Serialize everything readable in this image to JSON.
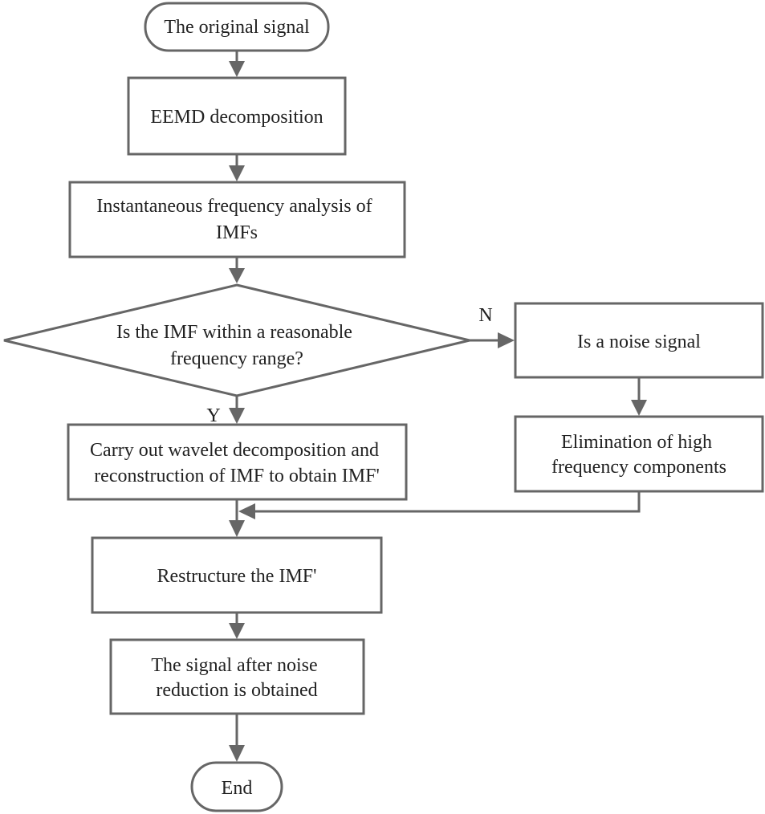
{
  "colors": {
    "line": "#666666",
    "text": "#222222",
    "fill": "#ffffff"
  },
  "nodes": {
    "start": {
      "type": "terminal",
      "lines": [
        "The original signal"
      ]
    },
    "eemd": {
      "type": "process",
      "lines": [
        "EEMD decomposition"
      ]
    },
    "freq_analysis": {
      "type": "process",
      "lines": [
        "Instantaneous frequency analysis of",
        "IMFs"
      ]
    },
    "decision": {
      "type": "decision",
      "lines": [
        "Is the IMF within a reasonable",
        "frequency range?"
      ]
    },
    "noise": {
      "type": "process",
      "lines": [
        "Is a noise signal"
      ]
    },
    "eliminate": {
      "type": "process",
      "lines": [
        "Elimination of high",
        "frequency components"
      ]
    },
    "wavelet": {
      "type": "process",
      "lines": [
        "Carry out wavelet decomposition and",
        "reconstruction of IMF to obtain IMF'"
      ]
    },
    "restructure": {
      "type": "process",
      "lines": [
        "Restructure the IMF'"
      ]
    },
    "result": {
      "type": "process",
      "lines": [
        "The signal after noise",
        "reduction is obtained"
      ]
    },
    "end": {
      "type": "terminal",
      "lines": [
        "End"
      ]
    }
  },
  "edge_labels": {
    "no": "N",
    "yes": "Y"
  },
  "edges": [
    {
      "from": "start",
      "to": "eemd"
    },
    {
      "from": "eemd",
      "to": "freq_analysis"
    },
    {
      "from": "freq_analysis",
      "to": "decision"
    },
    {
      "from": "decision",
      "to": "noise",
      "label": "N"
    },
    {
      "from": "decision",
      "to": "wavelet",
      "label": "Y"
    },
    {
      "from": "noise",
      "to": "eliminate"
    },
    {
      "from": "eliminate",
      "to": "restructure"
    },
    {
      "from": "wavelet",
      "to": "restructure"
    },
    {
      "from": "restructure",
      "to": "result"
    },
    {
      "from": "result",
      "to": "end"
    }
  ]
}
